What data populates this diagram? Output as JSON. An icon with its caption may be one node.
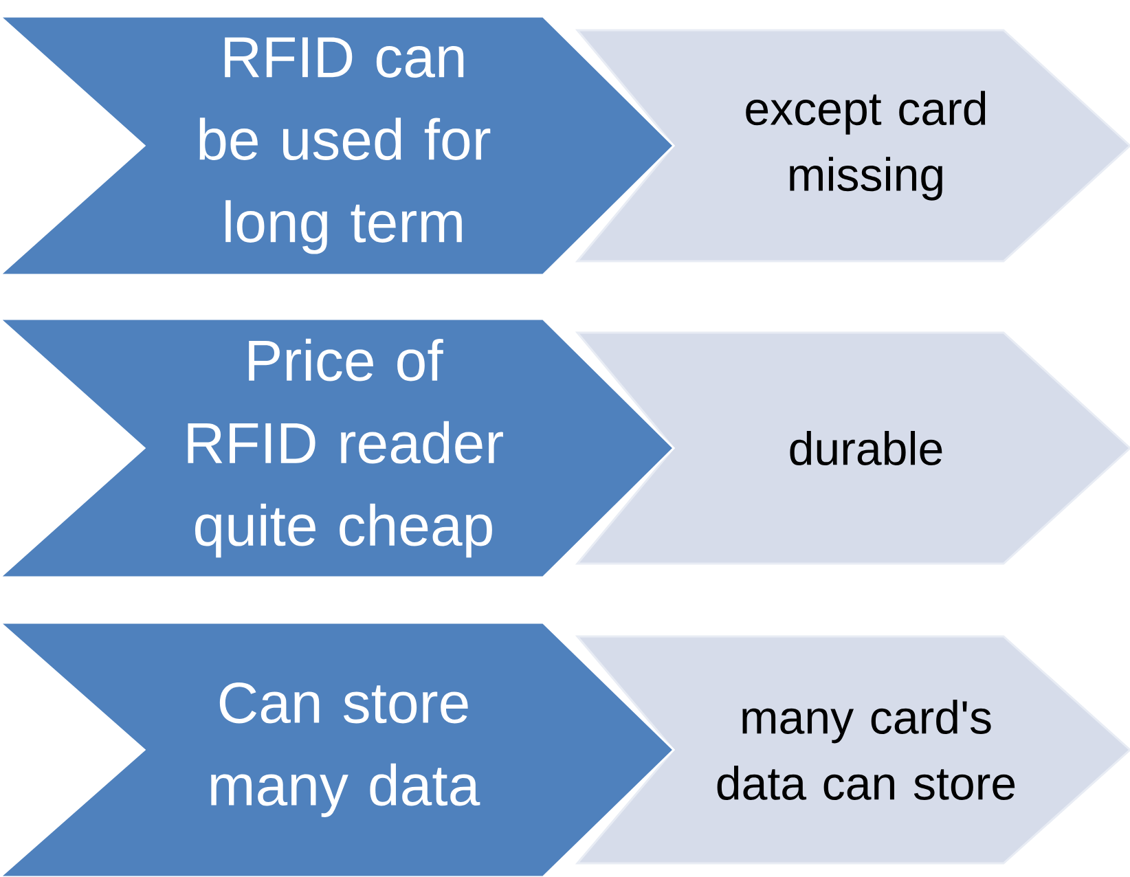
{
  "diagram": {
    "nodes": [
      {
        "text": [
          "RFID can be used for long term"
        ]
      },
      {
        "text": [
          "except card missing"
        ]
      },
      {
        "text": [
          "Price of RFID reader quite cheap"
        ]
      },
      {
        "text": [
          "durable"
        ]
      },
      {
        "text": [
          "Can store many data"
        ]
      },
      {
        "text": [
          "many card's data can store"
        ]
      }
    ]
  }
}
